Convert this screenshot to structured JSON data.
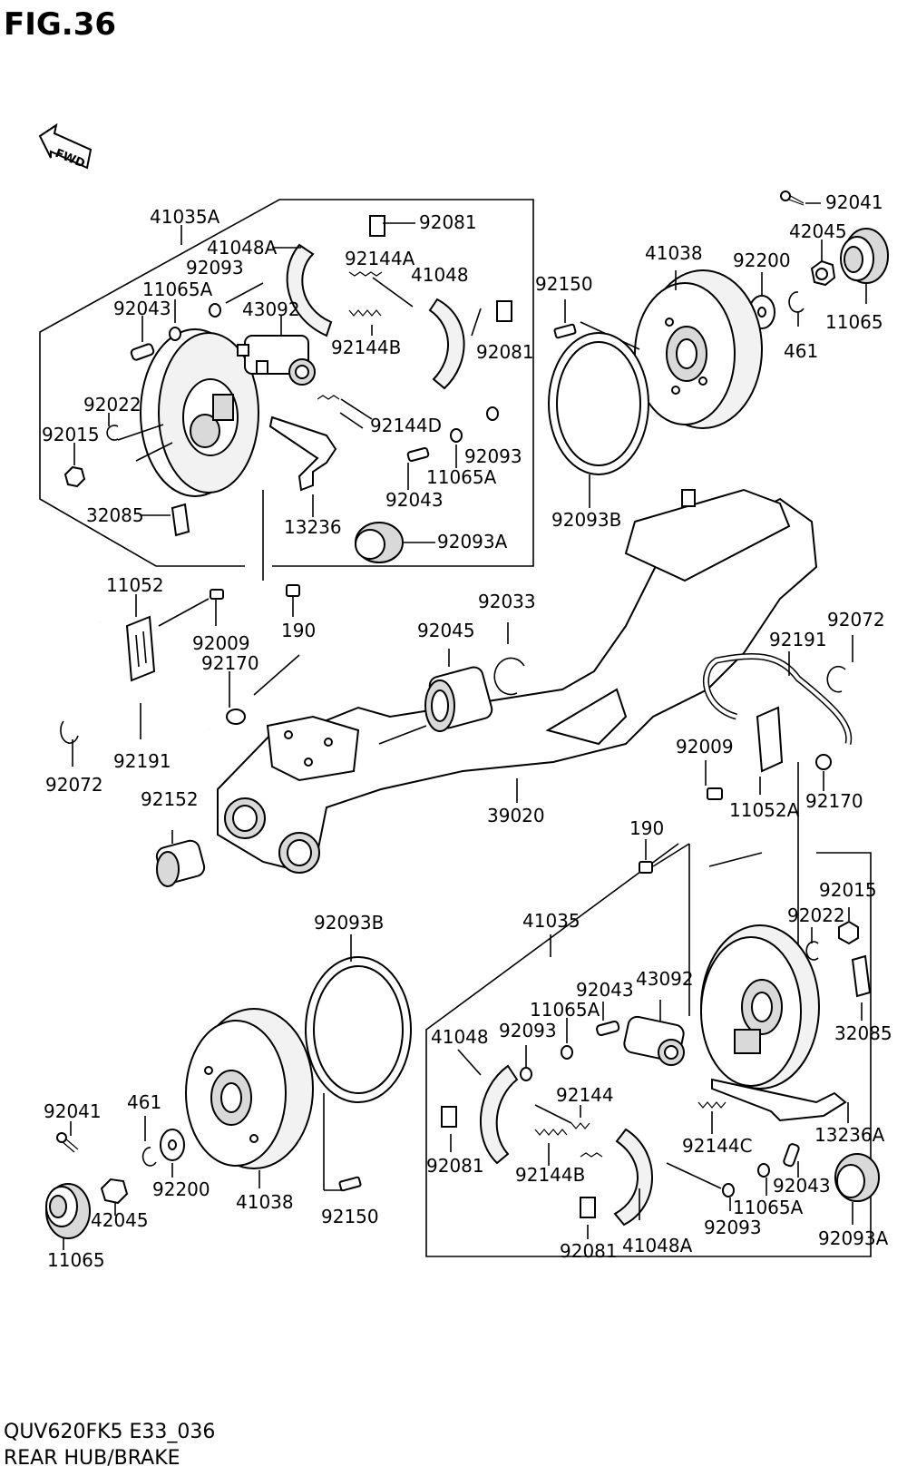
{
  "figure": {
    "title": "FIG.36",
    "code": "QUV620FK5 E33_036",
    "name": "REAR HUB/BRAKE",
    "fwd": "FWD"
  },
  "labels": {
    "l_41035A": "41035A",
    "l_92081_a": "92081",
    "l_41048A_a": "41048A",
    "l_92144A": "92144A",
    "l_41048_a": "41048",
    "l_92093_a": "92093",
    "l_11065A_a": "11065A",
    "l_43092_a": "43092",
    "l_92043_a": "92043",
    "l_92144B_a": "92144B",
    "l_92081_b": "92081",
    "l_92022_a": "92022",
    "l_92015_a": "92015",
    "l_92144D": "92144D",
    "l_92093_b": "92093",
    "l_11065A_b": "11065A",
    "l_92043_b": "92043",
    "l_32085_a": "32085",
    "l_13236": "13236",
    "l_92093A_a": "92093A",
    "l_92041_a": "92041",
    "l_42045_a": "42045",
    "l_41038_a": "41038",
    "l_92200_a": "92200",
    "l_92150_a": "92150",
    "l_11065_a": "11065",
    "l_461_a": "461",
    "l_92093B_a": "92093B",
    "l_11052": "11052",
    "l_92009_a": "92009",
    "l_190_a": "190",
    "l_92170_a": "92170",
    "l_92045": "92045",
    "l_92033": "92033",
    "l_92072_a": "92072",
    "l_92191_a": "92191",
    "l_92191_b": "92191",
    "l_92072_b": "92072",
    "l_92009_b": "92009",
    "l_11052A": "11052A",
    "l_92170_b": "92170",
    "l_92152": "92152",
    "l_39020": "39020",
    "l_190_b": "190",
    "l_92015_b": "92015",
    "l_92022_b": "92022",
    "l_92093B_b": "92093B",
    "l_41035": "41035",
    "l_92043_c": "92043",
    "l_43092_b": "43092",
    "l_11065A_c": "11065A",
    "l_32085_b": "32085",
    "l_41048_b": "41048",
    "l_92093_c": "92093",
    "l_92144": "92144",
    "l_92144C": "92144C",
    "l_13236A": "13236A",
    "l_92041_b": "92041",
    "l_461_b": "461",
    "l_92081_c": "92081",
    "l_92144B_b": "92144B",
    "l_92043_d": "92043",
    "l_11065A_d": "11065A",
    "l_92200_b": "92200",
    "l_41038_b": "41038",
    "l_92150_b": "92150",
    "l_42045_b": "42045",
    "l_92093_d": "92093",
    "l_92093A_b": "92093A",
    "l_11065_b": "11065",
    "l_92081_d": "92081",
    "l_41048A_b": "41048A"
  }
}
